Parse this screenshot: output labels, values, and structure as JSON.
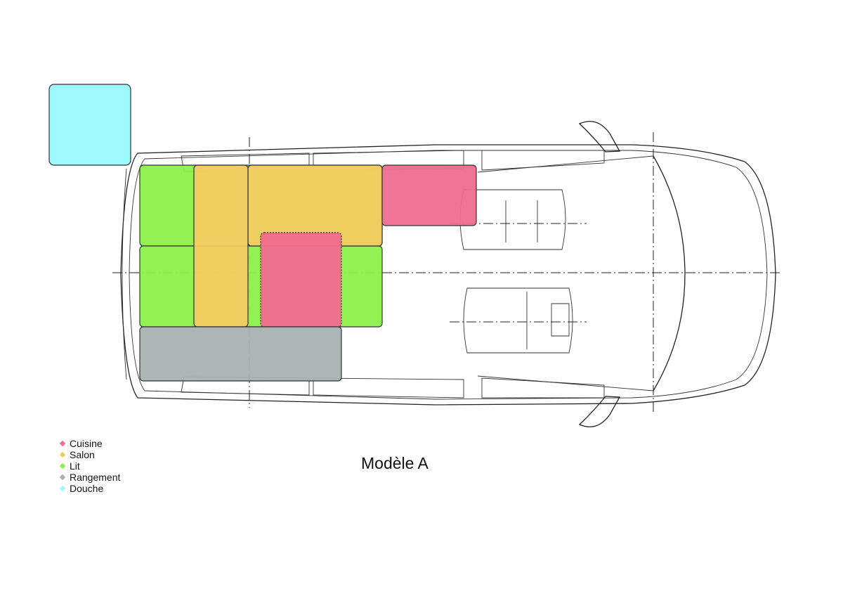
{
  "title": "Modèle A",
  "legend": [
    {
      "label": "Cuisine",
      "color": "#f06b8f"
    },
    {
      "label": "Salon",
      "color": "#f3ca5f"
    },
    {
      "label": "Lit",
      "color": "#8ef04a"
    },
    {
      "label": "Rangement",
      "color": "#a9b2b3"
    },
    {
      "label": "Douche",
      "color": "#9bf9ff"
    }
  ]
}
